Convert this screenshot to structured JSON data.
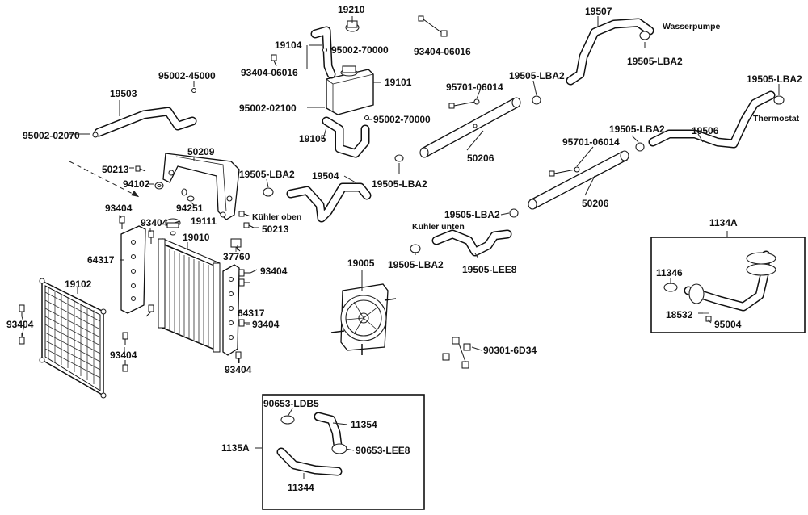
{
  "part_labels": {
    "p19210": "19210",
    "p93404_top": "93404-06016",
    "p19104": "19104",
    "p95002_70000_top": "95002-70000",
    "p93404_left_top": "93404-06016",
    "p95002_45000": "95002-45000",
    "p19503": "19503",
    "p95002_02070": "95002-02070",
    "p19101": "19101",
    "p95002_02100": "95002-02100",
    "p95002_70000_mid": "95002-70000",
    "p19105": "19105",
    "p19507": "19507",
    "p19505_wp": "19505-LBA2",
    "p95701_a": "95701-06014",
    "p19505_a": "19505-LBA2",
    "p19505_thermo": "19505-LBA2",
    "p50206_a": "50206",
    "p19506": "19506",
    "p19505_b": "19505-LBA2",
    "p95701_b": "95701-06014",
    "p50206_b": "50206",
    "p50209": "50209",
    "p50213_a": "50213",
    "p94102": "94102",
    "p19505_c": "19505-LBA2",
    "p19504": "19504",
    "p19505_d": "19505-LBA2",
    "p94251": "94251",
    "p19111": "19111",
    "p50213_b": "50213",
    "p19505_e": "19505-LBA2",
    "p93404_l1": "93404",
    "p93404_l2": "93404",
    "p19010": "19010",
    "p37760": "37760",
    "p64317_l": "64317",
    "p19102": "19102",
    "p93404_r1": "93404",
    "p64317_r": "64317",
    "p93404_r2": "93404",
    "p93404_far_left": "93404",
    "p93404_bottom_mid": "93404",
    "p93404_r3": "93404",
    "p19005": "19005",
    "p19505_f": "19505-LBA2",
    "p19505_lee8": "19505-LEE8",
    "p90301": "90301-6D34",
    "p1134A": "1134A",
    "p11346": "11346",
    "p18532": "18532",
    "p95004": "95004",
    "p1135A": "1135A",
    "p90653_ldb5": "90653-LDB5",
    "p11354": "11354",
    "p90653_lee8": "90653-LEE8",
    "p11344": "11344"
  },
  "notes": {
    "wasserpumpe": "Wasserpumpe",
    "thermostat": "Thermostat",
    "kuehler_oben": "Kühler oben",
    "kuehler_unten": "Kühler unten"
  }
}
